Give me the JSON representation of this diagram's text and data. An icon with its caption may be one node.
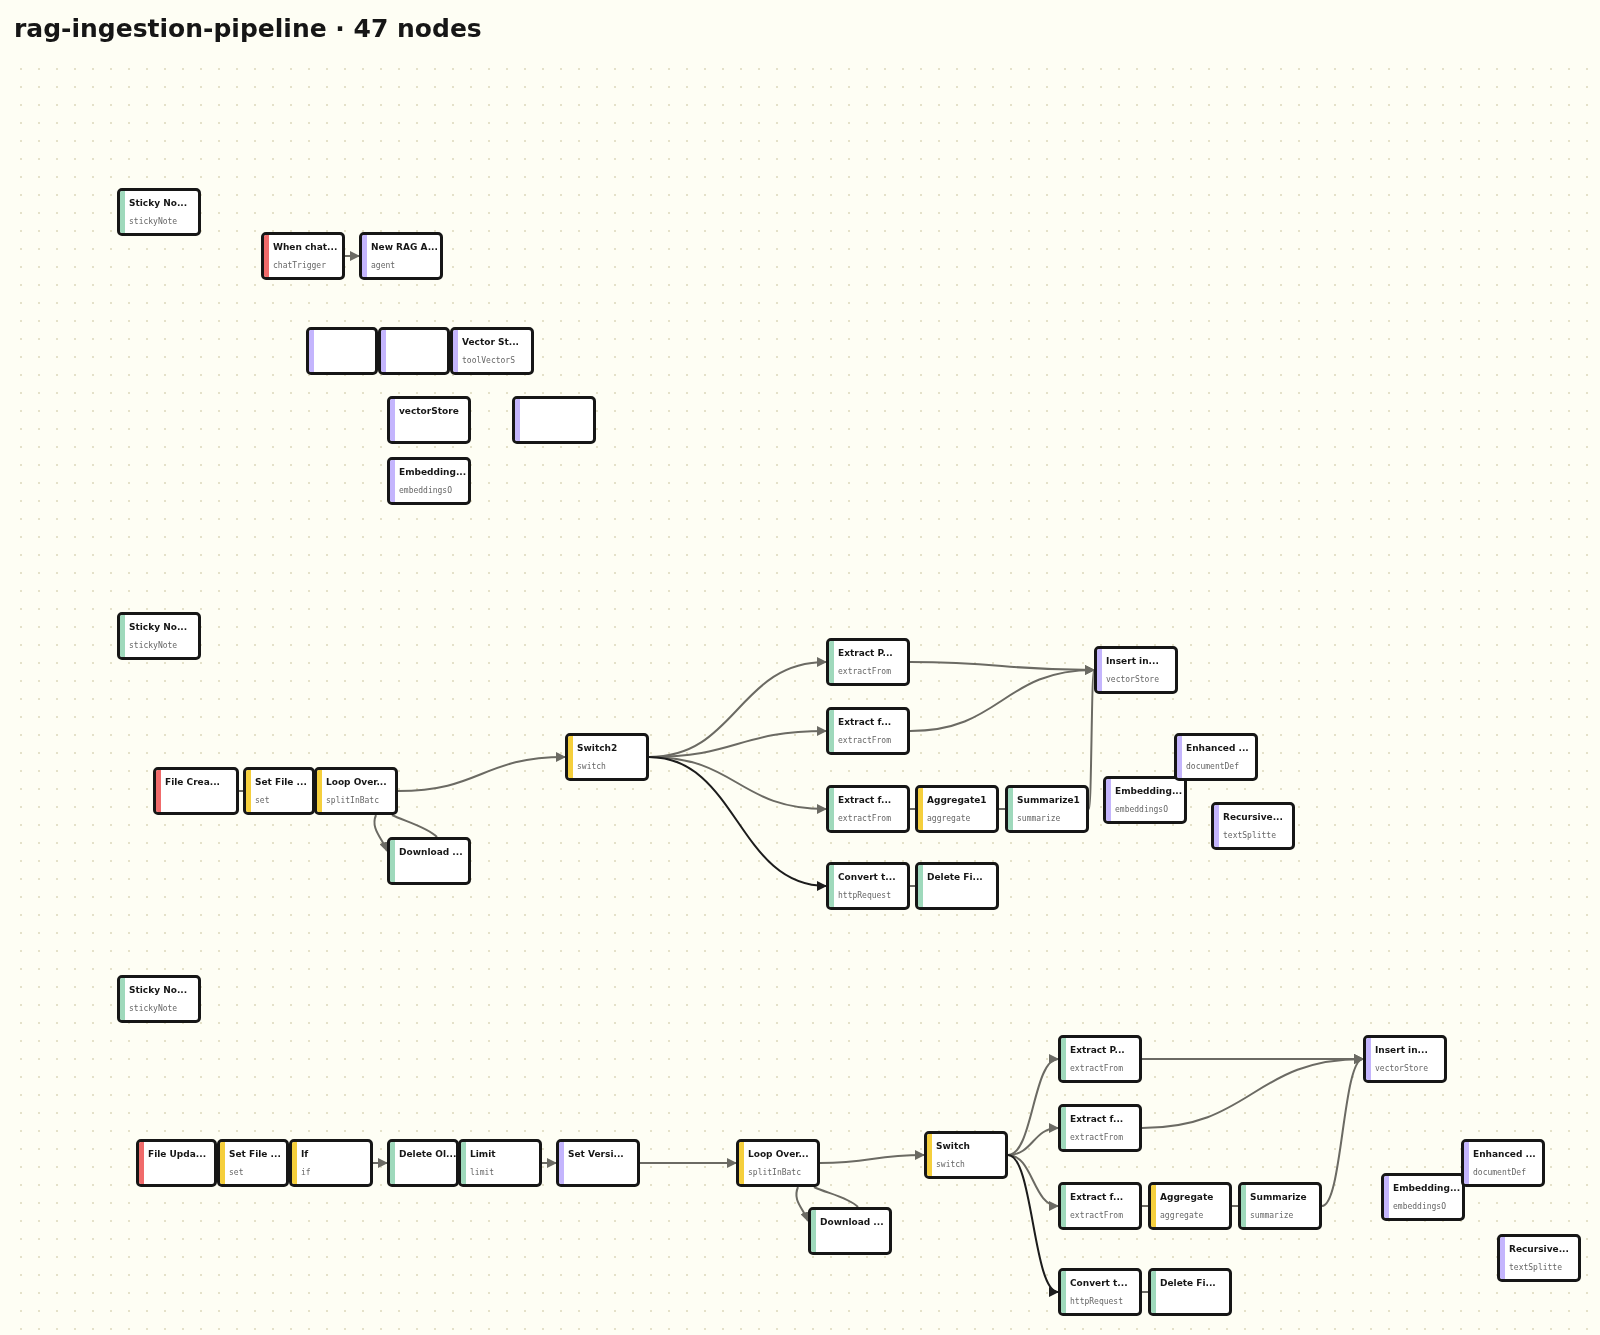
{
  "diagram": {
    "title": "rag-ingestion-pipeline · 47 nodes",
    "nodes": [
      {
        "text": [
          "Sticky No...",
          "stickyNote"
        ]
      },
      {
        "text": [
          "When chat...",
          "chatTrigger"
        ]
      },
      {
        "text": [
          "New RAG A...",
          "agent"
        ]
      },
      {
        "text": [],
        "shape": "box"
      },
      {
        "text": [],
        "shape": "box"
      },
      {
        "text": [
          "Vector St...",
          "toolVectorS"
        ]
      },
      {
        "text": [
          "vectorStore"
        ]
      },
      {
        "text": [],
        "shape": "box"
      },
      {
        "text": [
          "Embedding...",
          "embeddingsO"
        ]
      },
      {
        "text": [
          "Sticky No...",
          "stickyNote"
        ]
      },
      {
        "text": [
          "File Crea..."
        ]
      },
      {
        "text": [
          "Set File ...",
          "set"
        ]
      },
      {
        "text": [
          "Loop Over...",
          "splitInBatc"
        ]
      },
      {
        "text": [
          "Download ..."
        ]
      },
      {
        "text": [
          "Switch2",
          "switch"
        ]
      },
      {
        "text": [
          "Extract P...",
          "extractFrom"
        ]
      },
      {
        "text": [
          "Extract f...",
          "extractFrom"
        ]
      },
      {
        "text": [
          "Extract f...",
          "extractFrom"
        ]
      },
      {
        "text": [
          "Aggregate1",
          "aggregate"
        ]
      },
      {
        "text": [
          "Summarize1",
          "summarize"
        ]
      },
      {
        "text": [
          "Convert t...",
          "httpRequest"
        ]
      },
      {
        "text": [
          "Delete Fi..."
        ]
      },
      {
        "text": [
          "Insert in...",
          "vectorStore"
        ]
      },
      {
        "text": [
          "Embedding...",
          "embeddingsO"
        ]
      },
      {
        "text": [
          "Enhanced ...",
          "documentDef"
        ]
      },
      {
        "text": [
          "Recursive...",
          "textSplitte"
        ]
      },
      {
        "text": [
          "Sticky No...",
          "stickyNote"
        ]
      },
      {
        "text": [
          "File Upda..."
        ]
      },
      {
        "text": [
          "Set File ...",
          "set"
        ]
      },
      {
        "text": [
          "If",
          "if"
        ]
      },
      {
        "text": [
          "Delete Ol..."
        ]
      },
      {
        "text": [
          "Limit",
          "limit"
        ]
      },
      {
        "text": [
          "Set Versi..."
        ]
      },
      {
        "text": [
          "Loop Over...",
          "splitInBatc"
        ]
      },
      {
        "text": [
          "Download ..."
        ]
      },
      {
        "text": [
          "Switch",
          "switch"
        ]
      },
      {
        "text": [
          "Extract P...",
          "extractFrom"
        ]
      },
      {
        "text": [
          "Extract f...",
          "extractFrom"
        ]
      },
      {
        "text": [
          "Extract f...",
          "extractFrom"
        ]
      },
      {
        "text": [
          "Aggregate",
          "aggregate"
        ]
      },
      {
        "text": [
          "Summarize",
          "summarize"
        ]
      },
      {
        "text": [
          "Convert t...",
          "httpRequest"
        ]
      },
      {
        "text": [
          "Delete Fi..."
        ]
      },
      {
        "text": [
          "Insert in...",
          "vectorStore"
        ]
      },
      {
        "text": [
          "Embedding...",
          "embeddingsO"
        ]
      },
      {
        "text": [
          "Enhanced ...",
          "documentDef"
        ]
      },
      {
        "text": [
          "Recursive...",
          "textSplitte"
        ]
      }
    ],
    "edges": [
      {
        "from": 1,
        "to": 2,
        "arrow": "to"
      },
      {
        "from": 10,
        "to": 11,
        "arrow": "none"
      },
      {
        "from": 12,
        "to": 14,
        "arrow": "to"
      },
      {
        "from": 12,
        "to": 13,
        "arrow": "to"
      },
      {
        "from": 13,
        "to": 12,
        "arrow": "none"
      },
      {
        "from": 14,
        "to": 15,
        "arrow": "to"
      },
      {
        "from": 14,
        "to": 16,
        "arrow": "to"
      },
      {
        "from": 14,
        "to": 17,
        "arrow": "to"
      },
      {
        "from": 14,
        "to": 20,
        "arrow": "to",
        "color": "#1c1c1c"
      },
      {
        "from": 15,
        "to": 22,
        "arrow": "to"
      },
      {
        "from": 16,
        "to": 22,
        "arrow": "to"
      },
      {
        "from": 17,
        "to": 18,
        "arrow": "none"
      },
      {
        "from": 18,
        "to": 19,
        "arrow": "none"
      },
      {
        "from": 19,
        "to": 22,
        "arrow": "none"
      },
      {
        "from": 20,
        "to": 21,
        "arrow": "none"
      },
      {
        "from": 29,
        "to": 30,
        "arrow": "to"
      },
      {
        "from": 31,
        "to": 32,
        "arrow": "to"
      },
      {
        "from": 32,
        "to": 33,
        "arrow": "to"
      },
      {
        "from": 33,
        "to": 35,
        "arrow": "to"
      },
      {
        "from": 33,
        "to": 34,
        "arrow": "to"
      },
      {
        "from": 34,
        "to": 33,
        "arrow": "none"
      },
      {
        "from": 35,
        "to": 36,
        "arrow": "to"
      },
      {
        "from": 35,
        "to": 37,
        "arrow": "to"
      },
      {
        "from": 35,
        "to": 38,
        "arrow": "to"
      },
      {
        "from": 35,
        "to": 41,
        "arrow": "to",
        "color": "#1c1c1c"
      },
      {
        "from": 36,
        "to": 43,
        "arrow": "to"
      },
      {
        "from": 37,
        "to": 43,
        "arrow": "to"
      },
      {
        "from": 38,
        "to": 39,
        "arrow": "none"
      },
      {
        "from": 39,
        "to": 40,
        "arrow": "none"
      },
      {
        "from": 40,
        "to": 43,
        "arrow": "to"
      },
      {
        "from": 41,
        "to": 42,
        "arrow": "none"
      }
    ]
  }
}
